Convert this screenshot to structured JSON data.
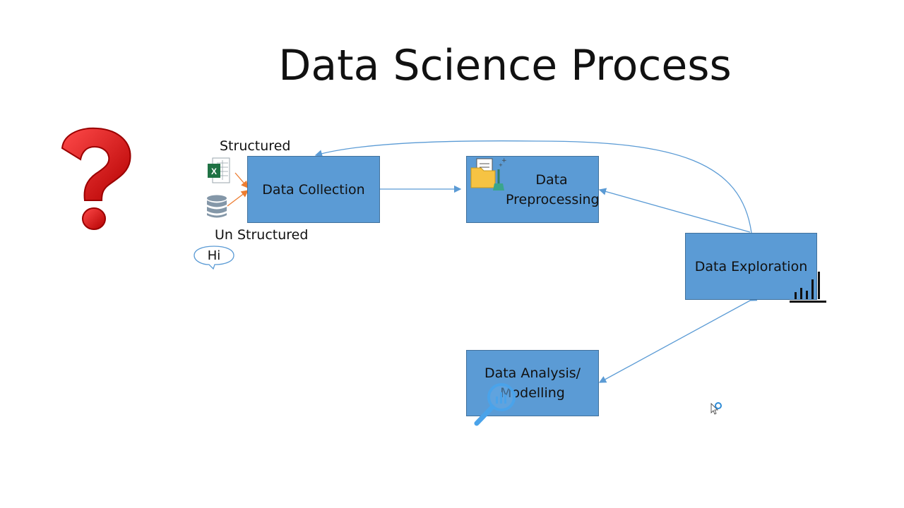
{
  "slide": {
    "title": "Data Science Process",
    "question_icon": "question-mark-icon"
  },
  "sources": {
    "structured_label": "Structured",
    "unstructured_label": "Un Structured",
    "speech_bubble_text": "Hi",
    "excel_icon": "excel-icon",
    "database_icon": "database-icon"
  },
  "steps": {
    "collection": "Data Collection",
    "preprocessing": "Data Preprocessing",
    "exploration": "Data Exploration",
    "analysis": "Data Analysis/ Modelling"
  },
  "colors": {
    "box_fill": "#5b9bd5",
    "box_border": "#41719c",
    "arrow": "#5b9bd5",
    "source_arrow": "#ed7d31",
    "question_mark": "#e31b1b"
  }
}
